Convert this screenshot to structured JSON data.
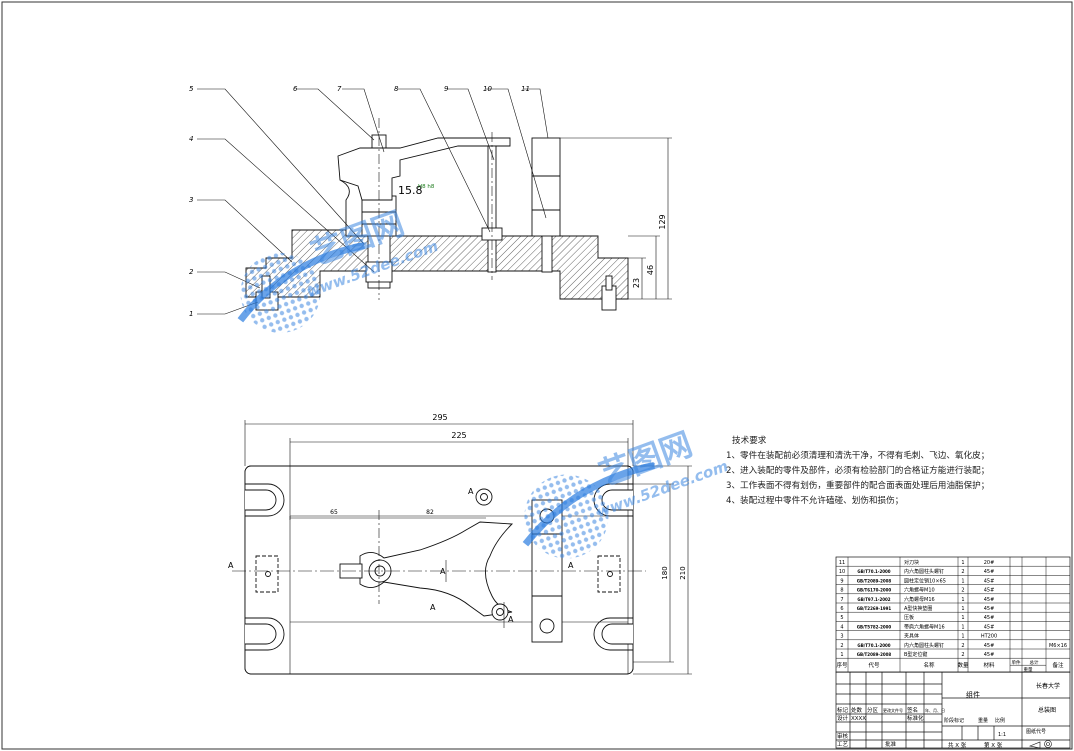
{
  "balloons": [
    "1",
    "2",
    "3",
    "4",
    "5",
    "6",
    "7",
    "8",
    "9",
    "10",
    "11"
  ],
  "dims": {
    "height_total": "129",
    "height_mid": "46",
    "height_low": "23",
    "width_overall": "295",
    "width_inner": "225",
    "len_a": "65",
    "len_b": "82",
    "height_plan_inner": "180",
    "height_plan_outer": "210"
  },
  "roughness": {
    "value": "15.8",
    "extra": "H8 h8"
  },
  "section": {
    "mark": "A"
  },
  "notes": {
    "title": "技术要求",
    "items": [
      "1、零件在装配前必须清理和清洗干净，不得有毛刺、飞边、氧化皮；",
      "2、进入装配的零件及部件，必须有检验部门的合格证方能进行装配；",
      "3、工作表面不得有划伤，重要部件的配合面表面处理后用油脂保护；",
      "4、装配过程中零件不允许磕碰、划伤和损伤；"
    ]
  },
  "watermark": {
    "text": "艺图网",
    "url": "www.52dee.com"
  },
  "bom": {
    "rows": [
      {
        "no": "11",
        "code": "",
        "name": "对刀块",
        "qty": "1",
        "mat": "20#",
        "note": ""
      },
      {
        "no": "10",
        "code": "GB/T70.1-2000",
        "name": "内六角圆柱头螺钉",
        "qty": "2",
        "mat": "45#",
        "note": ""
      },
      {
        "no": "9",
        "code": "GB/T2089-2008",
        "name": "圆柱定位销10×65",
        "qty": "1",
        "mat": "45#",
        "note": ""
      },
      {
        "no": "8",
        "code": "GB/T6170-2000",
        "name": "六角螺母M10",
        "qty": "2",
        "mat": "45#",
        "note": ""
      },
      {
        "no": "7",
        "code": "GB/T97.1-2002",
        "name": "六角螺母M16",
        "qty": "1",
        "mat": "45#",
        "note": ""
      },
      {
        "no": "6",
        "code": "GB/T2269-1991",
        "name": "A型快换垫圈",
        "qty": "1",
        "mat": "45#",
        "note": ""
      },
      {
        "no": "5",
        "code": "",
        "name": "压板",
        "qty": "1",
        "mat": "45#",
        "note": ""
      },
      {
        "no": "4",
        "code": "GB/T5782-2000",
        "name": "带肩六角螺母M16",
        "qty": "1",
        "mat": "45#",
        "note": ""
      },
      {
        "no": "3",
        "code": "",
        "name": "夹具体",
        "qty": "1",
        "mat": "HT200",
        "note": ""
      },
      {
        "no": "2",
        "code": "GB/T70.1-2000",
        "name": "内六角圆柱头螺钉",
        "qty": "2",
        "mat": "45#",
        "note": "M6×16"
      },
      {
        "no": "1",
        "code": "GB/T2089-2008",
        "name": "B型定位键",
        "qty": "2",
        "mat": "45#",
        "note": ""
      }
    ],
    "header": {
      "no": "序号",
      "code": "代号",
      "name": "名称",
      "qty": "数量",
      "mat": "材料",
      "unit_w": "单件",
      "total_w": "总计",
      "weight": "重量",
      "note": "备注"
    }
  },
  "title_block": {
    "assembly": "组件",
    "school": "长春大学",
    "drawing_name": "总装图",
    "mark": "标记",
    "count": "处数",
    "zone": "分区",
    "change_doc": "更改文件号",
    "sign": "签名",
    "date": "年、月、日",
    "design": "设计",
    "design_no": "XXXX",
    "std": "标准化",
    "stage": "阶段标记",
    "weight": "重量",
    "scale": "比例",
    "scale_val": "1:1",
    "review": "审核",
    "craft": "工艺",
    "approve": "批准",
    "sheets": "共 X 张",
    "sheet": "第 X 张",
    "projection": "图纸代号"
  }
}
